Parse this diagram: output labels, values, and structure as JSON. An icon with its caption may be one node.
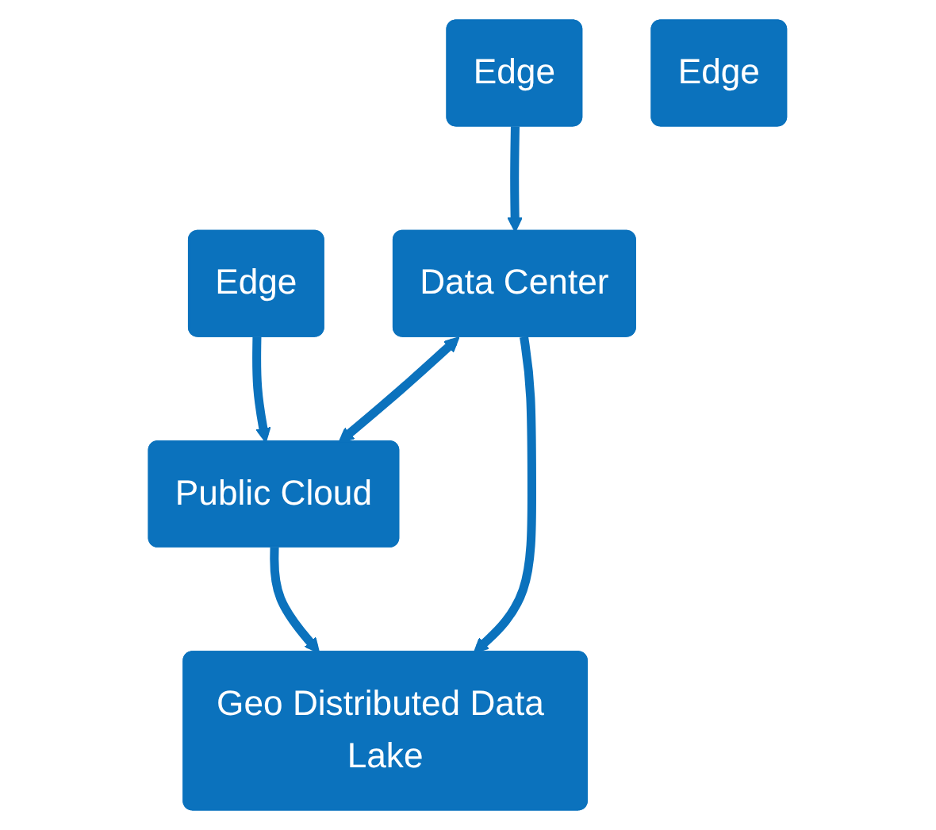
{
  "diagram": {
    "nodes": [
      {
        "text": [
          "Edge"
        ]
      },
      {
        "text": [
          "Edge"
        ]
      },
      {
        "text": [
          "Edge"
        ]
      },
      {
        "text": [
          "Data Center"
        ]
      },
      {
        "text": [
          "Public Cloud"
        ]
      },
      {
        "text": [
          "Geo Distributed Data Lake"
        ]
      }
    ],
    "edges": [
      {
        "from": 0,
        "to": 3,
        "arrow": "to"
      },
      {
        "from": 2,
        "to": 4,
        "arrow": "to"
      },
      {
        "from": 3,
        "to": 4,
        "arrow": "both"
      },
      {
        "from": 3,
        "to": 5,
        "arrow": "to"
      },
      {
        "from": 4,
        "to": 5,
        "arrow": "to"
      }
    ]
  }
}
